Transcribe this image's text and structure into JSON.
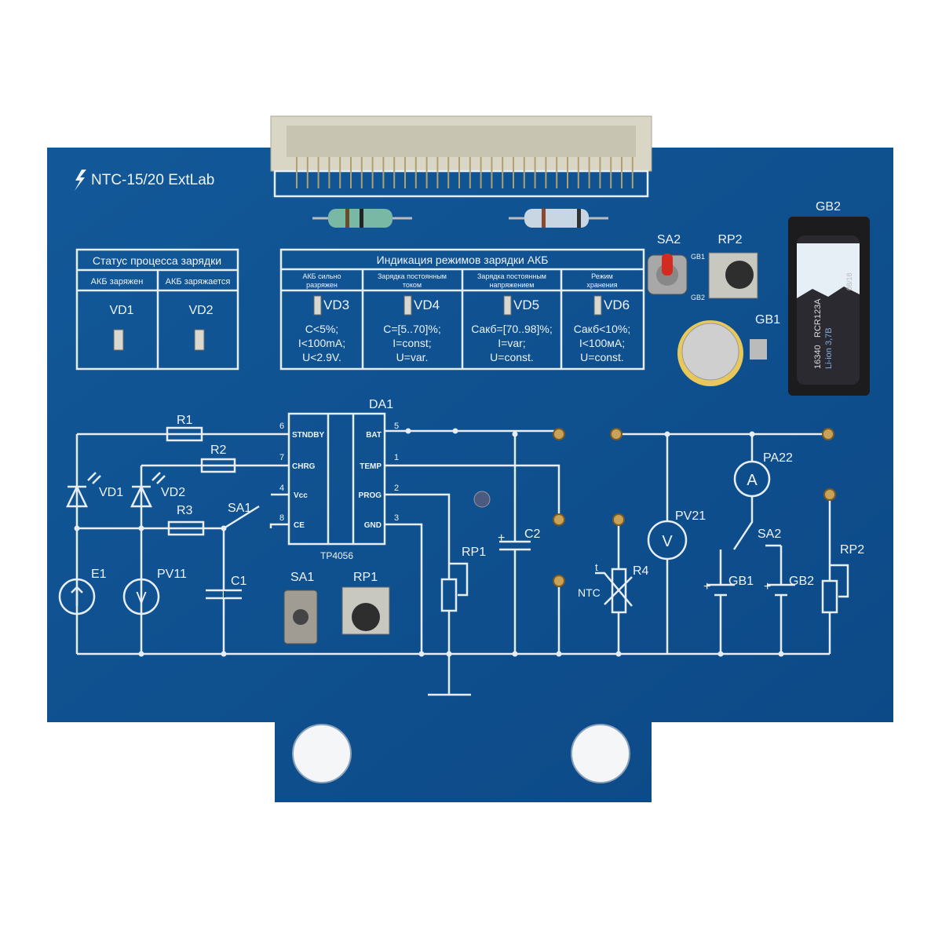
{
  "board": {
    "title": "NTC-15/20 ExtLab",
    "logo_icon": "lightning-icon",
    "colors": {
      "pcb": "#0f5192",
      "silkscreen": "#e6edf5",
      "connector": "#d9d6c6"
    }
  },
  "status_table": {
    "title": "Статус процесса зарядки",
    "columns": [
      {
        "header": "АКБ заряжен",
        "led": "VD1"
      },
      {
        "header": "АКБ заряжается",
        "led": "VD2"
      }
    ]
  },
  "indication_table": {
    "title": "Индикация режимов зарядки АКБ",
    "columns": [
      {
        "header1": "АКБ сильно",
        "header2": "разряжен",
        "led": "VD3",
        "lines": [
          "C<5%;",
          "I<100mA;",
          "U<2.9V."
        ]
      },
      {
        "header1": "Зарядка постоянным",
        "header2": "током",
        "led": "VD4",
        "lines": [
          "C=[5..70]%;",
          "I=const;",
          "U=var."
        ]
      },
      {
        "header1": "Зарядка постоянным",
        "header2": "напряжением",
        "led": "VD5",
        "lines": [
          "Cакб=[70..98]%;",
          "I=var;",
          "U=const."
        ]
      },
      {
        "header1": "Режим",
        "header2": "хранения",
        "led": "VD6",
        "lines": [
          "Cакб<10%;",
          "I<100мА;",
          "U=const."
        ]
      }
    ]
  },
  "components": {
    "sa2": "SA2",
    "rp2": "RP2",
    "gb1": "GB1",
    "gb2": "GB2",
    "sa2_pos1": "GB1",
    "sa2_pos2": "GB2",
    "battery_text": [
      "16340",
      "RCR123A",
      "Li-ion 3,7В",
      "08/18"
    ],
    "sa1": "SA1",
    "rp1": "RP1"
  },
  "chip": {
    "name": "DA1",
    "part": "TP4056",
    "left_pins": [
      {
        "num": "6",
        "name": "STNDBY"
      },
      {
        "num": "7",
        "name": "CHRG"
      },
      {
        "num": "4",
        "name": "Vcc"
      },
      {
        "num": "8",
        "name": "CE"
      }
    ],
    "right_pins": [
      {
        "num": "5",
        "name": "BAT"
      },
      {
        "num": "1",
        "name": "TEMP"
      },
      {
        "num": "2",
        "name": "PROG"
      },
      {
        "num": "3",
        "name": "GND"
      }
    ]
  },
  "schematic": {
    "r1": "R1",
    "r2": "R2",
    "r3": "R3",
    "vd1": "VD1",
    "vd2": "VD2",
    "sa1": "SA1",
    "e1": "E1",
    "pv11": "PV11",
    "c1": "C1",
    "rp1": "RP1",
    "c2": "C2",
    "plus": "+",
    "r4": "R4",
    "ntc": "NTC",
    "t": "t",
    "pv21": "PV21",
    "pa22": "PA22",
    "sa2": "SA2",
    "gb1": "GB1",
    "gb2": "GB2",
    "rp2": "RP2",
    "voltmeter": "V",
    "ammeter": "A"
  }
}
